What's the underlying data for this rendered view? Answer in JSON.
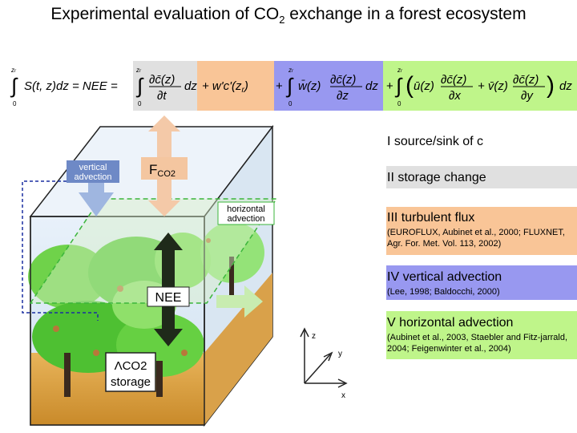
{
  "title": {
    "main": "Experimental evaluation of CO",
    "sub": "2",
    "rest": " exchange in a forest ecosystem"
  },
  "equation": {
    "term0": "∫ S(t,z)dz = NEE =",
    "term1": "∫ ∂c̄(z)/∂t dz",
    "term2": "+ w'c'(zr)",
    "term3": "+ ∫ w̄(z) ∂c̄(z)/∂z dz",
    "term4": "+ ∫ (ū(z) ∂c̄(z)/∂x + v̄(z) ∂c̄(z)/∂y) dz",
    "colors": {
      "I": "#ffffff",
      "II": "#e0e0e0",
      "III": "#f9c597",
      "IV": "#9898f0",
      "V": "#bff58a"
    }
  },
  "legend": [
    {
      "head": "I  source/sink of c",
      "ref": ""
    },
    {
      "head": "II  storage change",
      "ref": ""
    },
    {
      "head": "III  turbulent flux",
      "ref": "(EUROFLUX, Aubinet et al., 2000; FLUXNET, Agr. For. Met. Vol. 113, 2002)"
    },
    {
      "head": "IV vertical advection",
      "ref": "(Lee, 1998; Baldocchi, 2000)"
    },
    {
      "head": "V horizontal advection",
      "ref": "(Aubinet et al., 2003, Staebler and Fitz-jarrald, 2004; Feigenwinter et al., 2004)"
    }
  ],
  "diagram": {
    "fco2": "F",
    "fco2_sub": "CO2",
    "vertical_adv_1": "vertical",
    "vertical_adv_2": "advection",
    "horizontal_adv_1": "horizontal",
    "horizontal_adv_2": "advection",
    "nee": "NEE",
    "storage_1": "ΛCO2",
    "storage_2": "storage",
    "axis_z": "z",
    "axis_y": "y",
    "axis_x": "x"
  }
}
